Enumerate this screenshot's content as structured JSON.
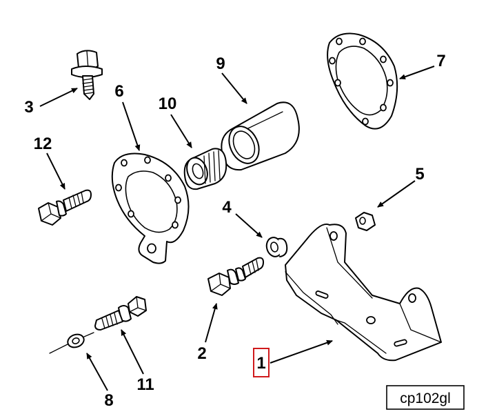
{
  "callouts": [
    {
      "id": "1",
      "label": "1",
      "highlighted": true
    },
    {
      "id": "2",
      "label": "2"
    },
    {
      "id": "3",
      "label": "3"
    },
    {
      "id": "4",
      "label": "4"
    },
    {
      "id": "5",
      "label": "5"
    },
    {
      "id": "6",
      "label": "6"
    },
    {
      "id": "7",
      "label": "7"
    },
    {
      "id": "8",
      "label": "8"
    },
    {
      "id": "9",
      "label": "9"
    },
    {
      "id": "10",
      "label": "10"
    },
    {
      "id": "11",
      "label": "11"
    },
    {
      "id": "12",
      "label": "12"
    }
  ],
  "figure_ref": "cp102gl",
  "colors": {
    "line": "#000000",
    "highlight": "#d0191b",
    "background": "#ffffff"
  }
}
